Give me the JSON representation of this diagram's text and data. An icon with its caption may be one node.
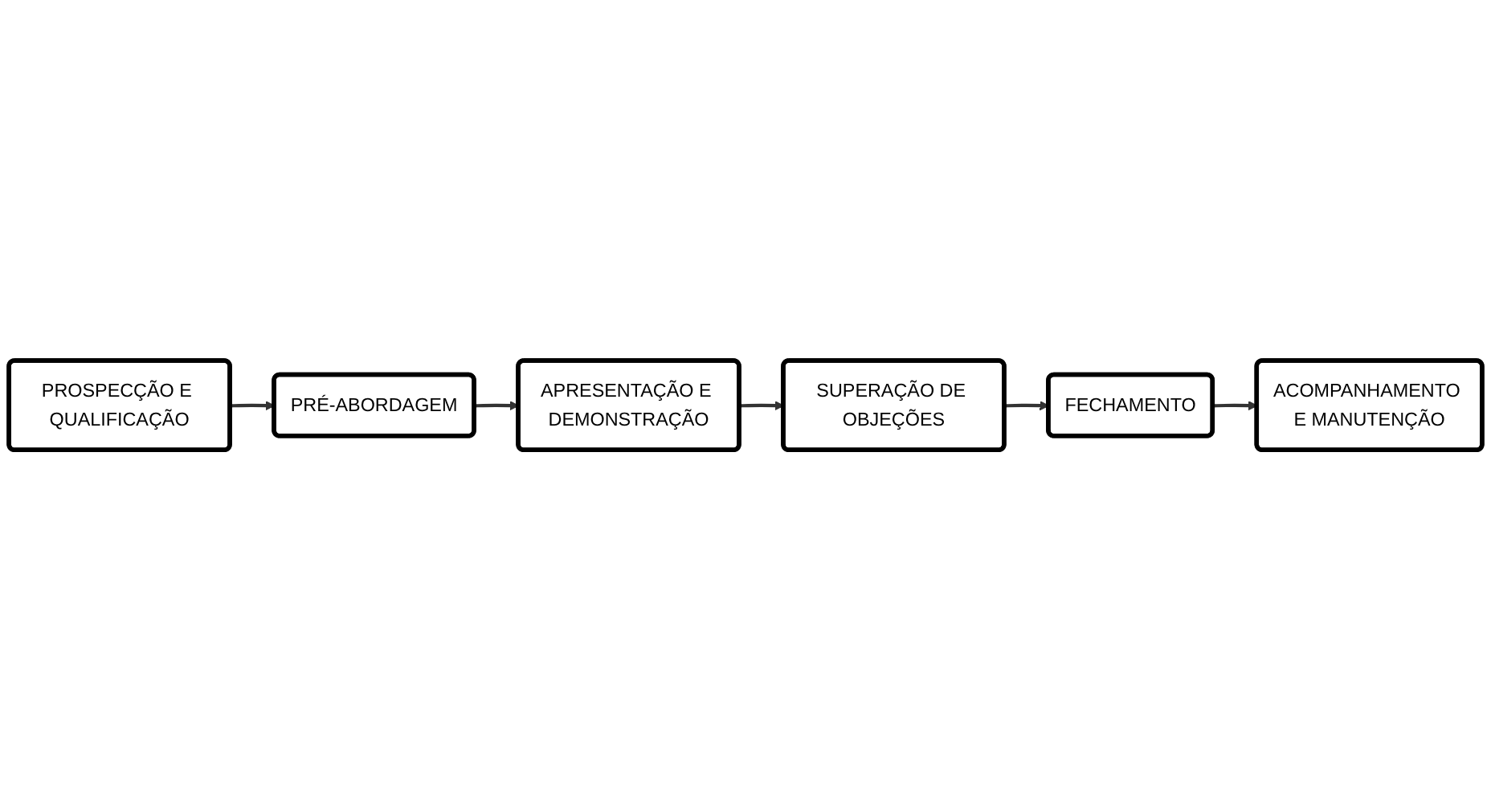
{
  "diagram": {
    "nodes": [
      {
        "text": [
          "PROSPECÇÃO E QUALIFICAÇÃO"
        ]
      },
      {
        "text": [
          "PRÉ-ABORDAGEM"
        ]
      },
      {
        "text": [
          "APRESENTAÇÃO E DEMONSTRAÇÃO"
        ]
      },
      {
        "text": [
          "SUPERAÇÃO DE OBJEÇÕES"
        ]
      },
      {
        "text": [
          "FECHAMENTO"
        ]
      },
      {
        "text": [
          "ACOMPANHAMENTO E MANUTENÇÃO"
        ]
      }
    ],
    "edges": [
      {
        "from": 0,
        "to": 1,
        "arrow": "to"
      },
      {
        "from": 1,
        "to": 2,
        "arrow": "to"
      },
      {
        "from": 2,
        "to": 3,
        "arrow": "to"
      },
      {
        "from": 3,
        "to": 4,
        "arrow": "to"
      },
      {
        "from": 4,
        "to": 5,
        "arrow": "to"
      }
    ]
  }
}
